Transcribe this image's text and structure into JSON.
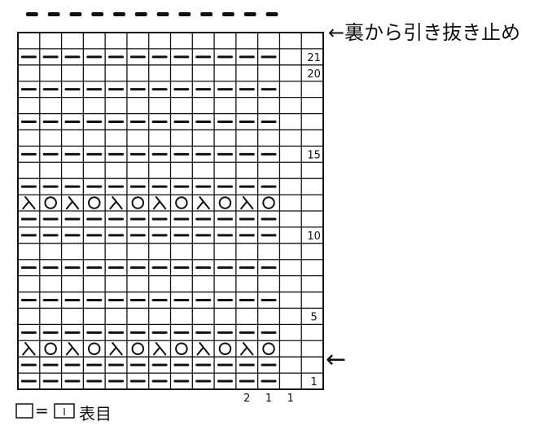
{
  "chart": {
    "columns": 14,
    "rows": 22,
    "top_dashes": 12,
    "symbols": {
      "purl": "−",
      "yarn_over": "○",
      "k2tog": "⅄"
    },
    "pattern": {
      "purl_rows": [
        1,
        2,
        4,
        6,
        8,
        10,
        11,
        13,
        15,
        17,
        19,
        21
      ],
      "lace_rows": [
        3,
        12
      ],
      "lace_sequence": [
        "k2tog",
        "yarn_over"
      ],
      "pattern_columns": 12
    },
    "row_numbers": [
      "21",
      "20",
      "15",
      "10",
      "5",
      "1"
    ],
    "stitch_count_labels": [
      "2",
      "1",
      "1"
    ]
  },
  "annotations": {
    "bind_off": "←裏から引き抜き止め",
    "start_arrow": "←"
  },
  "legend": {
    "equals": "=",
    "inner_symbol": "I",
    "text": "表目"
  },
  "colors": {
    "ink": "#111111",
    "paper": "#ffffff"
  }
}
